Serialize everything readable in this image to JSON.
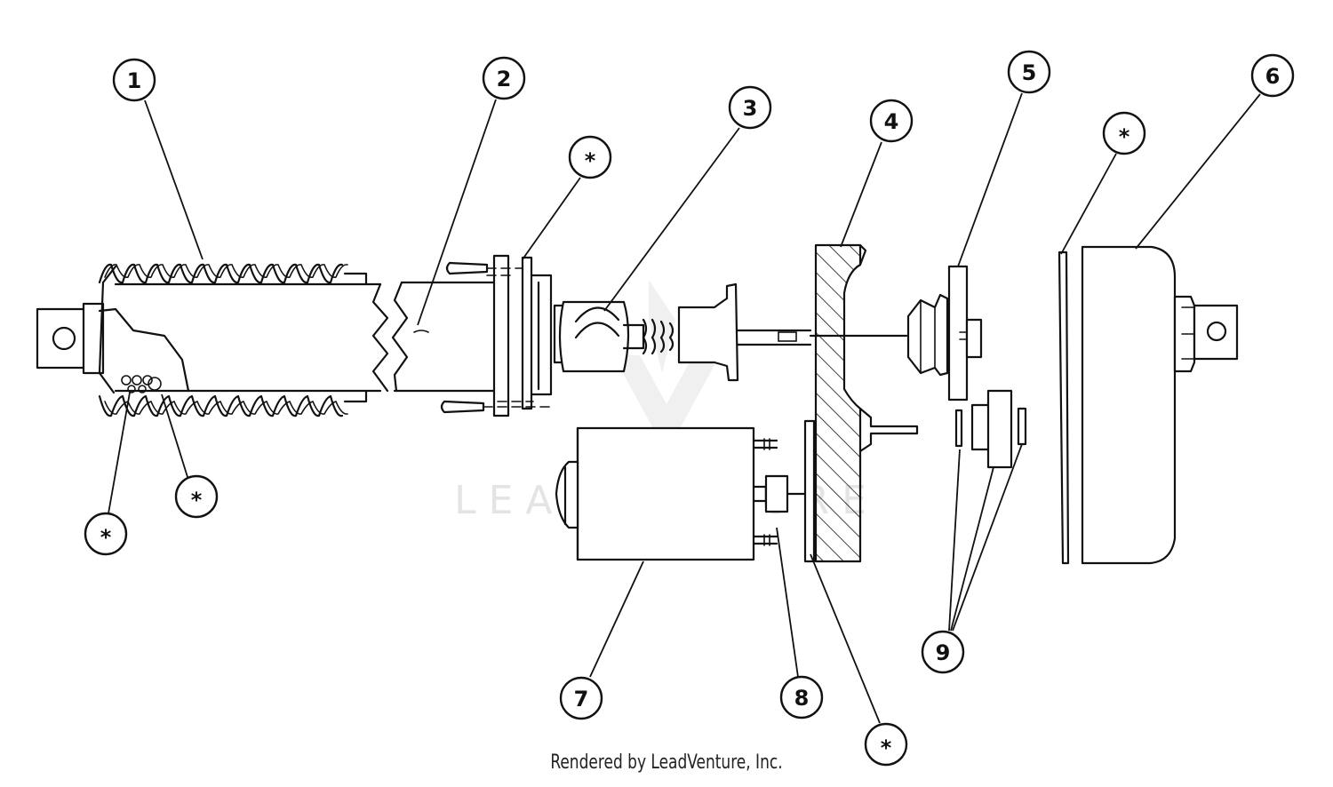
{
  "callouts": [
    {
      "id": "1",
      "label": "1"
    },
    {
      "id": "2",
      "label": "2"
    },
    {
      "id": "3",
      "label": "3"
    },
    {
      "id": "4",
      "label": "4"
    },
    {
      "id": "5",
      "label": "5"
    },
    {
      "id": "6",
      "label": "6"
    },
    {
      "id": "7",
      "label": "7"
    },
    {
      "id": "8",
      "label": "8"
    },
    {
      "id": "9",
      "label": "9"
    },
    {
      "id": "star",
      "label": "*"
    }
  ],
  "watermark": "LEADVENTURE",
  "credit": "Rendered by LeadVenture, Inc."
}
